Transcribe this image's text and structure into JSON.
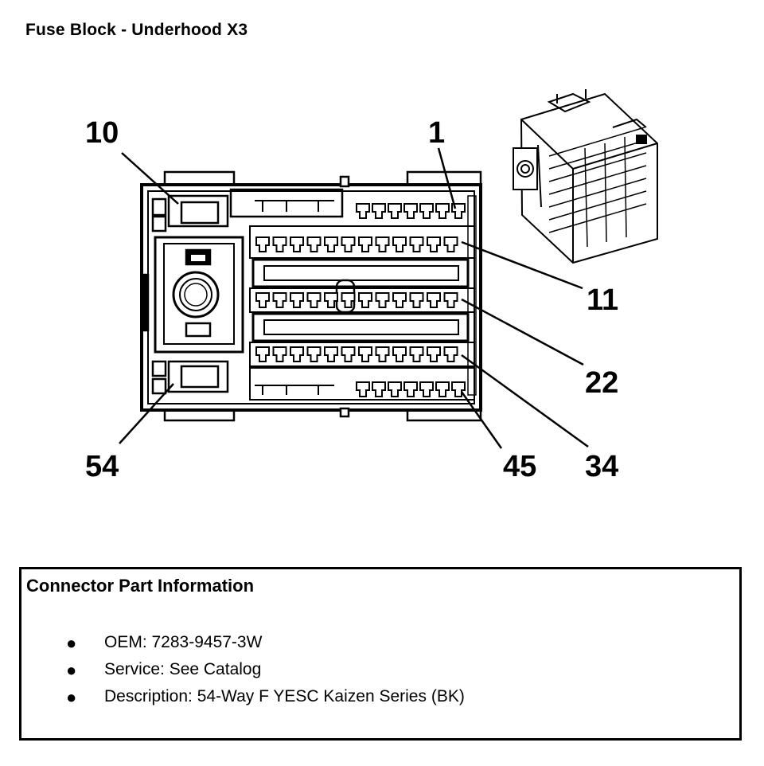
{
  "title": "Fuse Block - Underhood X3",
  "pin_labels": {
    "p10": "10",
    "p1": "1",
    "p11": "11",
    "p22": "22",
    "p54": "54",
    "p45": "45",
    "p34": "34"
  },
  "connector_info": {
    "heading": "Connector Part Information",
    "items": [
      "OEM: 7283-9457-3W",
      "Service: See Catalog",
      "Description: 54-Way F YESC Kaizen Series (BK)"
    ]
  },
  "icons": {
    "connector_face": "connector-face-view",
    "connector_3d": "connector-isometric-view",
    "bullet": "bullet-dot"
  }
}
